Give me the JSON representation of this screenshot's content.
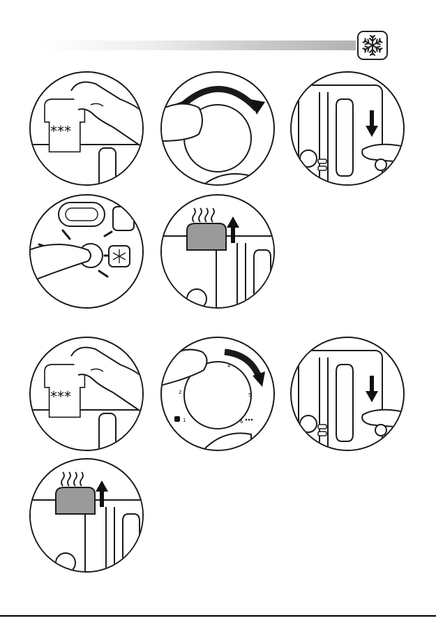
{
  "header": {
    "icon": "snowflake-icon"
  },
  "steps": [
    {
      "id": 1,
      "icon": "toast-insert-frozen-icon",
      "stars": "***"
    },
    {
      "id": 2,
      "icon": "turn-dial-icon"
    },
    {
      "id": 3,
      "icon": "push-lever-down-icon"
    },
    {
      "id": 4,
      "icon": "press-defrost-button-icon"
    },
    {
      "id": 5,
      "icon": "toast-pops-up-icon"
    },
    {
      "id": 6,
      "icon": "toast-insert-frozen-icon",
      "stars": "***"
    },
    {
      "id": 7,
      "icon": "turn-dial-icon",
      "dial": {
        "n1": "1",
        "n2": "2",
        "n4": "4",
        "n5": "5",
        "n6": "6"
      }
    },
    {
      "id": 8,
      "icon": "push-lever-down-icon"
    },
    {
      "id": 9,
      "icon": "toast-pops-up-icon"
    }
  ],
  "colors": {
    "line": "#1a1a1a",
    "toast": "#9a9a9a",
    "header_bar_end": "#b3b3b3"
  }
}
